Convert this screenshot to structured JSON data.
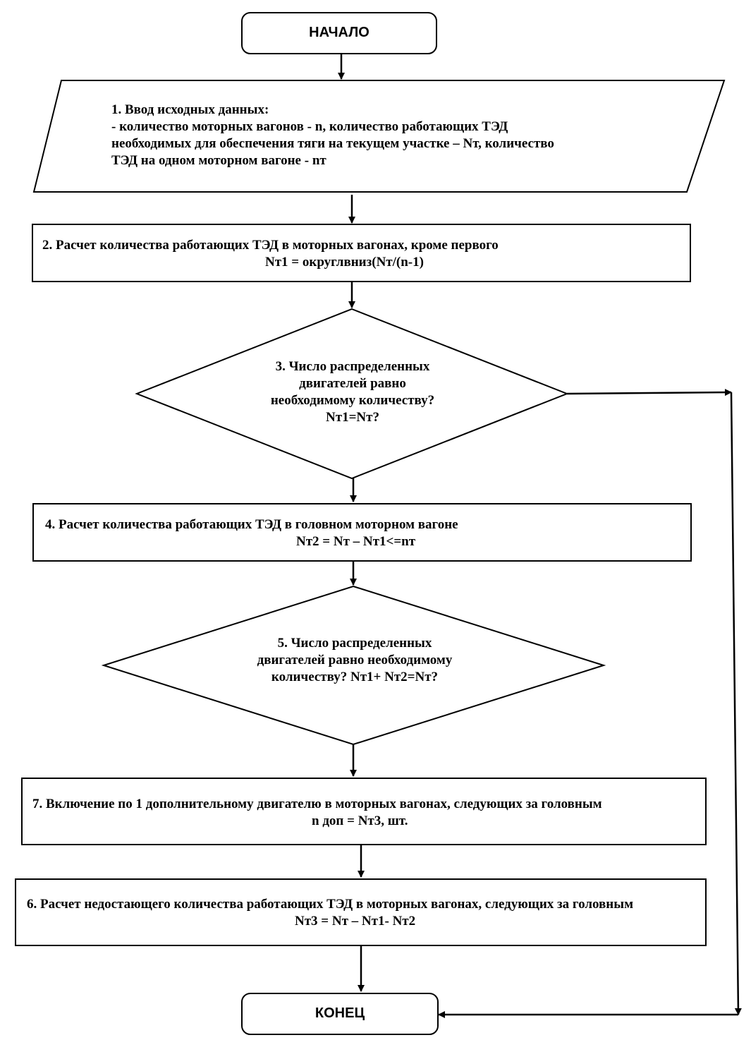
{
  "start": {
    "label": "НАЧАЛО"
  },
  "input": {
    "lines": [
      "1. Ввод исходных данных:",
      "- количество моторных вагонов - n, количество работающих ТЭД",
      "необходимых для обеспечения тяги на текущем участке – Nт, количество",
      "ТЭД на одном моторном вагоне - nт"
    ]
  },
  "step2": {
    "line1": "2. Расчет количества работающих ТЭД в моторных вагонах, кроме первого",
    "line2": "Nт1 = округлвниз(Nт/(n-1)"
  },
  "decision3": {
    "lines": [
      "3. Число распределенных",
      "двигателей равно",
      "необходимому количеству?",
      "Nт1=Nт?"
    ]
  },
  "step4": {
    "line1": "4. Расчет количества работающих ТЭД в головном моторном вагоне",
    "line2": "Nт2 = Nт – Nт1<=nт"
  },
  "decision5": {
    "lines": [
      "5. Число распределенных",
      "двигателей равно необходимому",
      "количеству? Nт1+ Nт2=Nт?"
    ]
  },
  "step7": {
    "line1": "7. Включение по 1 дополнительному двигателю в моторных вагонах, следующих за головным",
    "line2": "n доп = Nт3, шт."
  },
  "step6": {
    "line1": "6. Расчет  недостающего количества работающих ТЭД в моторных вагонах, следующих за головным",
    "line2": "Nт3 = Nт – Nт1- Nт2"
  },
  "end": {
    "label": "КОНЕЦ"
  }
}
